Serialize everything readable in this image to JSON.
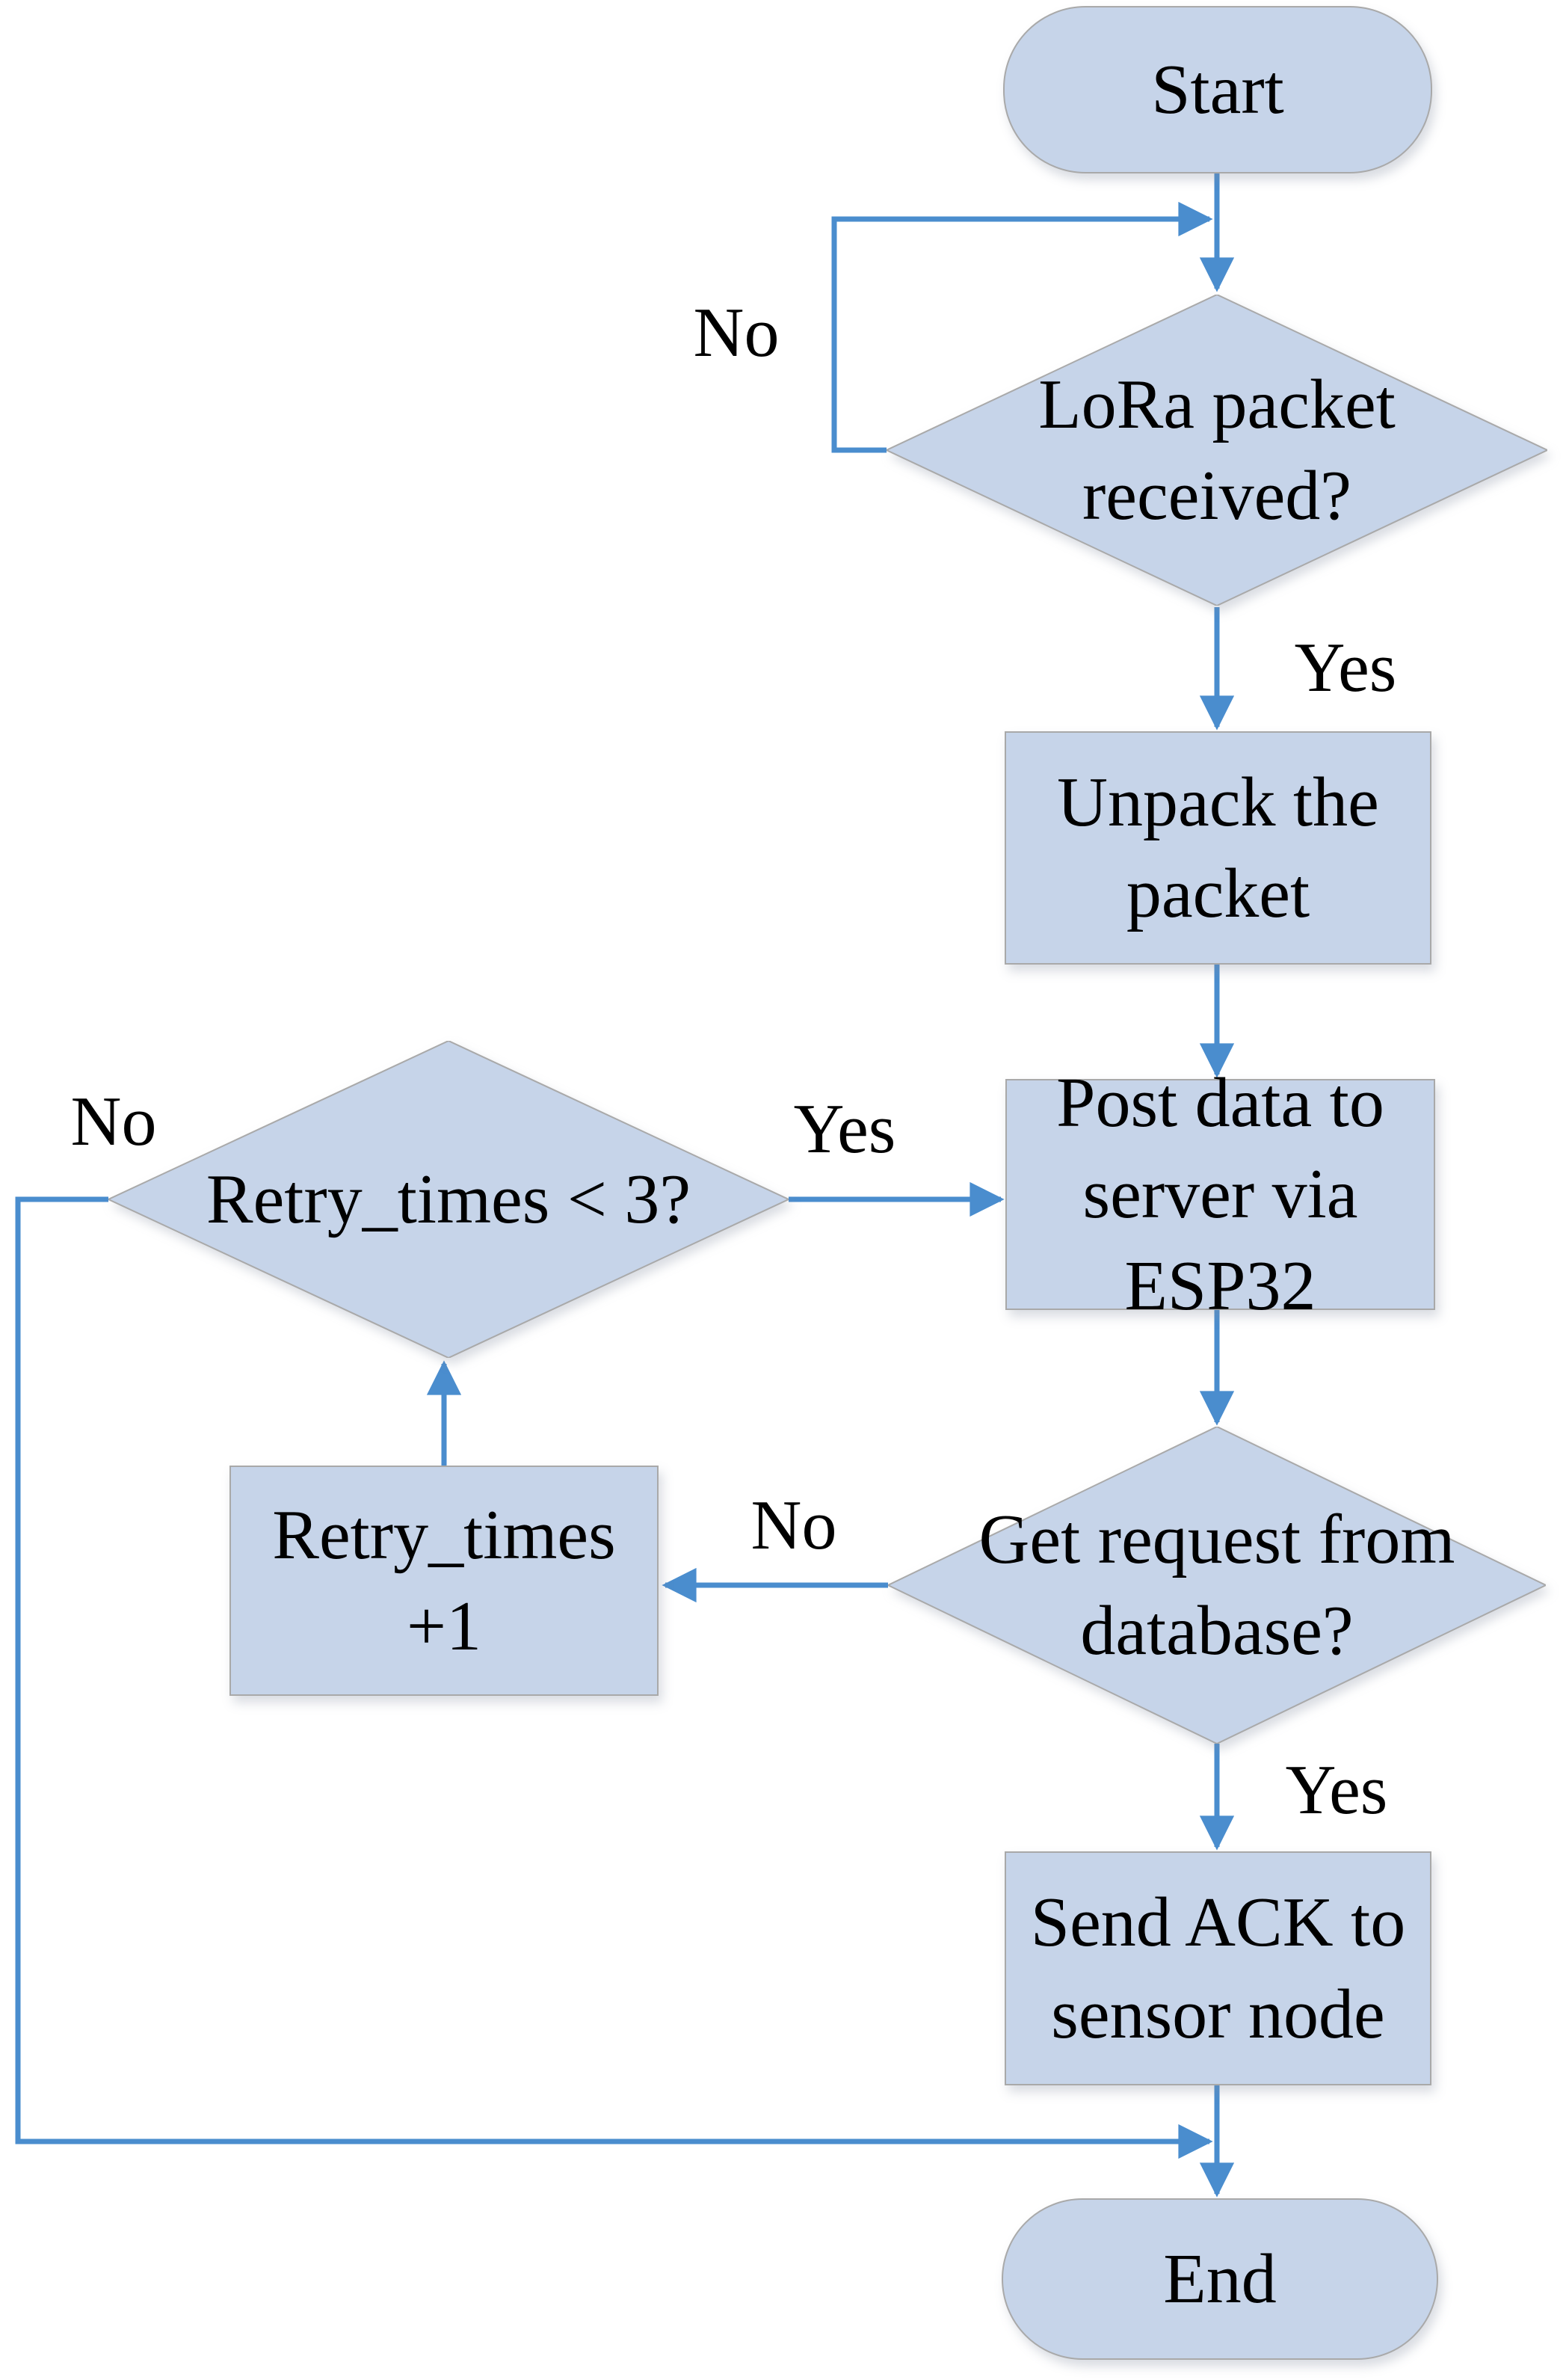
{
  "diagram": {
    "type": "flowchart",
    "colors": {
      "background": "#ffffff",
      "node_fill": "#c6d4e9",
      "node_border": "#a9a9a9",
      "arrow": "#4a8dce",
      "text": "#000000"
    },
    "nodes": {
      "start": {
        "shape": "terminator",
        "label": "Start"
      },
      "lora_received": {
        "shape": "decision",
        "label": "LoRa packet\nreceived?"
      },
      "unpack": {
        "shape": "process",
        "label": "Unpack the\npacket"
      },
      "post_data": {
        "shape": "process",
        "label": "Post data to\nserver via\nESP32"
      },
      "get_request": {
        "shape": "decision",
        "label": "Get request from\ndatabase?"
      },
      "send_ack": {
        "shape": "process",
        "label": "Send ACK to\nsensor node"
      },
      "retry_check": {
        "shape": "decision",
        "label": "Retry_times < 3?"
      },
      "retry_inc": {
        "shape": "process",
        "label": "Retry_times\n+1"
      },
      "end": {
        "shape": "terminator",
        "label": "End"
      }
    },
    "edges": [
      {
        "from": "start",
        "to": "lora_received",
        "label": ""
      },
      {
        "from": "lora_received",
        "to": "lora_received",
        "label": "No"
      },
      {
        "from": "lora_received",
        "to": "unpack",
        "label": "Yes"
      },
      {
        "from": "unpack",
        "to": "post_data",
        "label": ""
      },
      {
        "from": "post_data",
        "to": "get_request",
        "label": ""
      },
      {
        "from": "get_request",
        "to": "send_ack",
        "label": "Yes"
      },
      {
        "from": "get_request",
        "to": "retry_inc",
        "label": "No"
      },
      {
        "from": "retry_inc",
        "to": "retry_check",
        "label": ""
      },
      {
        "from": "retry_check",
        "to": "post_data",
        "label": "Yes"
      },
      {
        "from": "retry_check",
        "to": "end",
        "label": "No"
      },
      {
        "from": "send_ack",
        "to": "end",
        "label": ""
      }
    ]
  }
}
